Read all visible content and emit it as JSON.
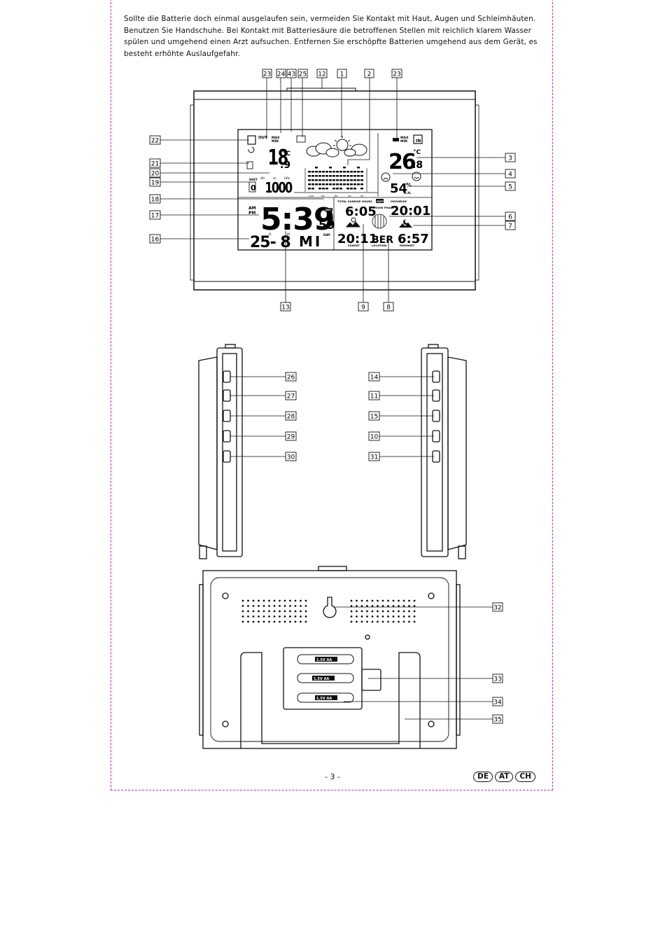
{
  "intro_text": "Sollte die Batterie doch einmal ausgelaufen sein, vermeiden Sie Kontakt mit Haut, Augen und Schleimhäuten. Benutzen Sie Handschuhe. Bei Kontakt mit Batteriesäure die betroffenen Stellen mit reichlich klarem Wasser spülen und umgehend einen Arzt aufsuchen. Entfernen Sie erschöpfte Batterien umgehend aus dem Gerät, es besteht erhöhte Auslaufgefahr.",
  "front_callouts": {
    "top": [
      "23",
      "24",
      "43",
      "25",
      "12",
      "1",
      "2",
      "23"
    ],
    "left": [
      "22",
      "21",
      "20",
      "19",
      "18",
      "17",
      "16"
    ],
    "right": [
      "3",
      "4",
      "5",
      "6",
      "7"
    ],
    "bottom": [
      "13",
      "9",
      "8"
    ]
  },
  "display": {
    "out_label": "OUT",
    "in_label": "IN",
    "max_min": [
      "MAX",
      "MIN"
    ],
    "outdoor_temp": "18",
    "outdoor_temp_dec": ".9",
    "indoor_temp": "26",
    "indoor_temp_dec": ".8",
    "unit_c": "°C",
    "humidity": "54",
    "humidity_unit": "%",
    "rh_label": "R.H.",
    "hist_label": "HIST",
    "hist_value": "0",
    "alt_label": "Alt",
    "m_label": "m",
    "hpa_label": "hPa",
    "pressure": "1000",
    "bar_axis": [
      "-12h",
      "-9h",
      "-6h",
      "-3h",
      "0h"
    ],
    "am": "AM",
    "pm": "PM",
    "time": "5:39",
    "seconds": "59",
    "dst": "DST",
    "date": "25- 8",
    "date_d": "D",
    "date_m": "M",
    "weekday": "MI",
    "day_label": "DAY",
    "total_sunrise_hours": "TOTAL SUNRISE HOURS",
    "sunrise_hours": "6:05",
    "sunset_label": "SUNSET",
    "sunset_time": "20:11",
    "moonrise_label": "MOONRISE",
    "moonrise_time": "20:01",
    "moon_phase": "MOON PHASE",
    "moonset_label": "MOONSET",
    "moonset_time": "6:57",
    "location_code": "BER",
    "location_label": "LOCATION",
    "gmt": "GMT"
  },
  "side_callouts": {
    "left": [
      "26",
      "27",
      "28",
      "29",
      "30"
    ],
    "right": [
      "14",
      "11",
      "15",
      "10",
      "31"
    ]
  },
  "back_callouts": [
    "32",
    "33",
    "34",
    "35"
  ],
  "battery_label": "1.5V AA",
  "page_number": "- 3 -",
  "country_badges": [
    "DE",
    "AT",
    "CH"
  ]
}
